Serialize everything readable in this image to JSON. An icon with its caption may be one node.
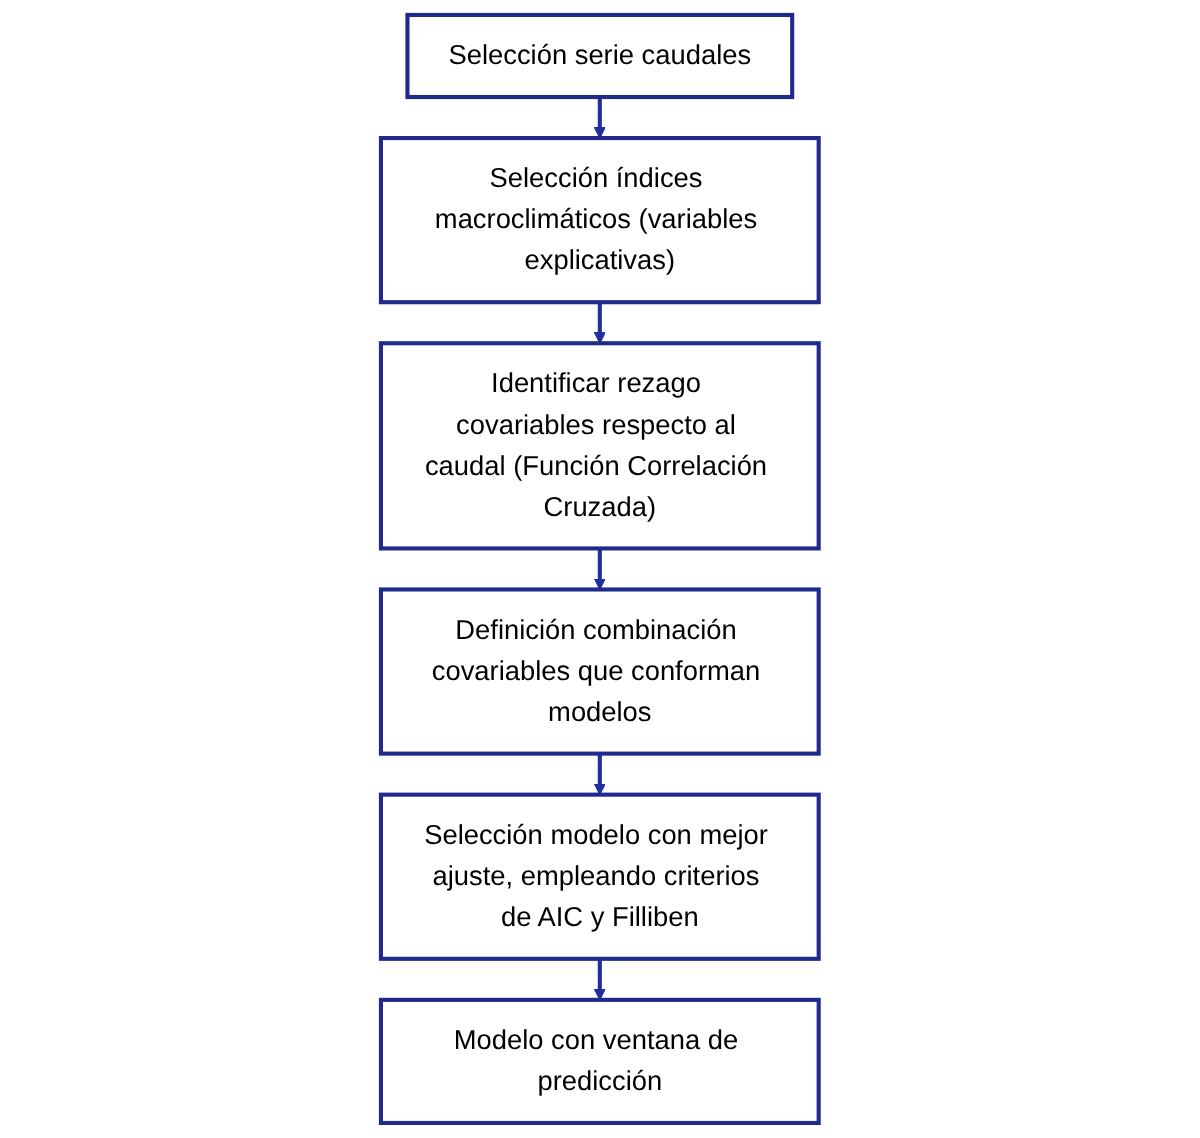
{
  "diagram": {
    "nodes": [
      {
        "text": [
          "Selección serie caudales"
        ]
      },
      {
        "text": [
          "Selección índices macroclimáticos (variables explicativas)"
        ]
      },
      {
        "text": [
          "Identificar rezago covariables respecto al caudal (Función Correlación Cruzada)"
        ]
      },
      {
        "text": [
          "Definición combinación covariables que conforman modelos"
        ]
      },
      {
        "text": [
          "Selección modelo con mejor ajuste, empleando criterios de AIC y Filliben"
        ]
      },
      {
        "text": [
          "Modelo con ventana de predicción"
        ]
      }
    ],
    "edges": [
      {
        "from": 0,
        "to": 1,
        "arrow": "to"
      },
      {
        "from": 1,
        "to": 2,
        "arrow": "to"
      },
      {
        "from": 2,
        "to": 3,
        "arrow": "to"
      },
      {
        "from": 3,
        "to": 4,
        "arrow": "to"
      },
      {
        "from": 4,
        "to": 5,
        "arrow": "to"
      }
    ]
  }
}
